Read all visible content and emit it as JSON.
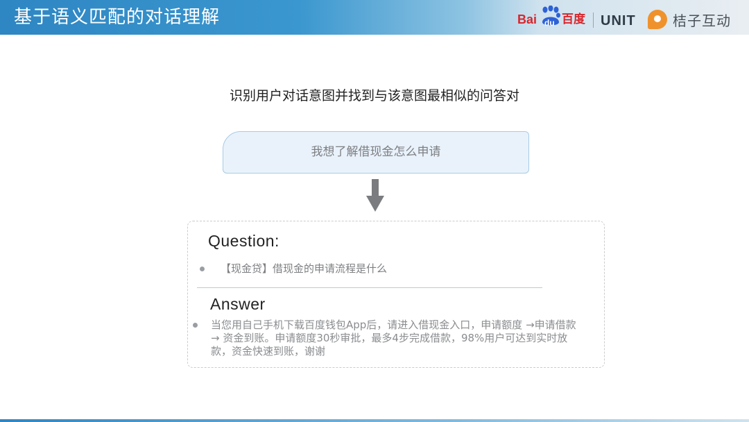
{
  "header": {
    "title": "基于语义匹配的对话理解",
    "logos": {
      "baidu_left": "Bai",
      "baidu_paw": "du",
      "baidu_right": "百度",
      "unit": "UNIT",
      "juzi": "桔子互动"
    },
    "colors": {
      "bar_start": "#2e86c2",
      "baidu_red": "#d9262c",
      "baidu_blue": "#2d61d6",
      "juzi_orange": "#f0922c"
    }
  },
  "main": {
    "subheading": "识别用户对话意图并找到与该意图最相似的问答对",
    "query": "我想了解借现金怎么申请",
    "question_heading": "Question:",
    "question_text": "【现金贷】借现金的申请流程是什么",
    "answer_heading": "Answer",
    "answer_text": "当您用自己手机下载百度钱包App后，请进入借现金入口，申请额度 →申请借款 → 资金到账。申请额度30秒审批，最多4步完成借款，98%用户可达到实时放款，资金快速到账，谢谢"
  }
}
